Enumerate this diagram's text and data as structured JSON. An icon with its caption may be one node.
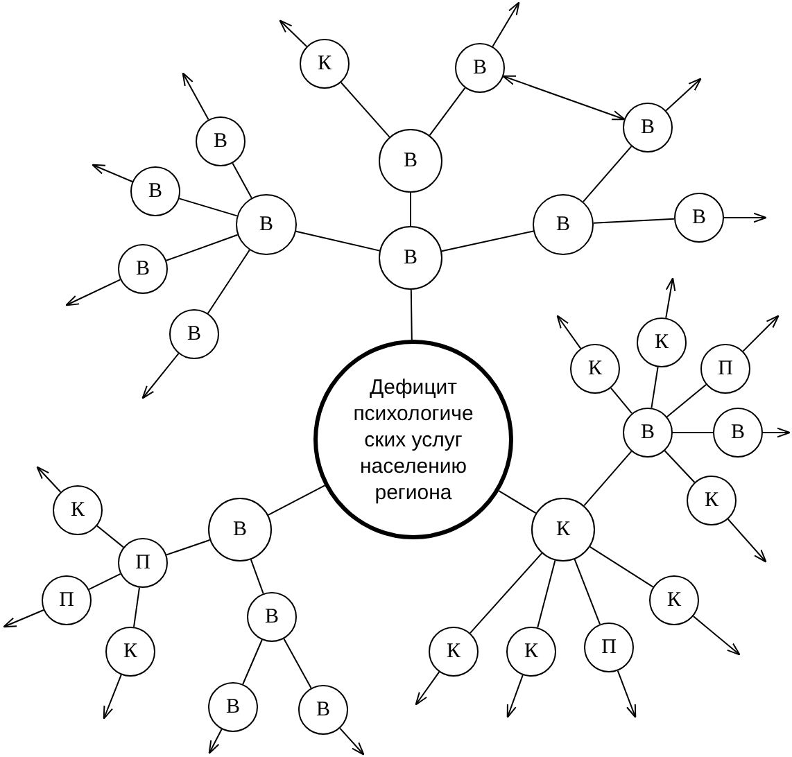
{
  "diagram": {
    "nodes": [
      {
        "text": [
          "Дефицит психологиче ских услуг населению региона"
        ]
      },
      {
        "text": [
          "В"
        ]
      },
      {
        "text": [
          "В"
        ]
      },
      {
        "text": [
          "К"
        ]
      },
      {
        "text": [
          "В"
        ]
      },
      {
        "text": [
          "В"
        ]
      },
      {
        "text": [
          "В"
        ]
      },
      {
        "text": [
          "В"
        ]
      },
      {
        "text": [
          "В"
        ]
      },
      {
        "text": [
          "В"
        ]
      },
      {
        "text": [
          "В"
        ]
      },
      {
        "text": [
          "В"
        ]
      },
      {
        "text": [
          "В"
        ]
      },
      {
        "text": [
          "К"
        ]
      },
      {
        "text": [
          "В"
        ]
      },
      {
        "text": [
          "К"
        ]
      },
      {
        "text": [
          "К"
        ]
      },
      {
        "text": [
          "П"
        ]
      },
      {
        "text": [
          "В"
        ]
      },
      {
        "text": [
          "К"
        ]
      },
      {
        "text": [
          "К"
        ]
      },
      {
        "text": [
          "П"
        ]
      },
      {
        "text": [
          "К"
        ]
      },
      {
        "text": [
          "К"
        ]
      },
      {
        "text": [
          "В"
        ]
      },
      {
        "text": [
          "П"
        ]
      },
      {
        "text": [
          "К"
        ]
      },
      {
        "text": [
          "П"
        ]
      },
      {
        "text": [
          "К"
        ]
      },
      {
        "text": [
          "В"
        ]
      },
      {
        "text": [
          "В"
        ]
      },
      {
        "text": [
          "В"
        ]
      }
    ],
    "edges": [
      {
        "from": 0,
        "to": 1,
        "arrow": "none"
      },
      {
        "from": 1,
        "to": 2,
        "arrow": "none"
      },
      {
        "from": 2,
        "to": 3,
        "arrow": "none"
      },
      {
        "from": 2,
        "to": 4,
        "arrow": "none"
      },
      {
        "from": 3,
        "to": null,
        "arrow": "to"
      },
      {
        "from": 4,
        "to": null,
        "arrow": "to"
      },
      {
        "from": 4,
        "to": 5,
        "arrow": "both"
      },
      {
        "from": 5,
        "to": null,
        "arrow": "to"
      },
      {
        "from": 1,
        "to": 6,
        "arrow": "none"
      },
      {
        "from": 6,
        "to": 5,
        "arrow": "none"
      },
      {
        "from": 6,
        "to": 7,
        "arrow": "none"
      },
      {
        "from": 7,
        "to": null,
        "arrow": "to"
      },
      {
        "from": 1,
        "to": 8,
        "arrow": "none"
      },
      {
        "from": 8,
        "to": 9,
        "arrow": "none"
      },
      {
        "from": 8,
        "to": 10,
        "arrow": "none"
      },
      {
        "from": 8,
        "to": 11,
        "arrow": "none"
      },
      {
        "from": 8,
        "to": 12,
        "arrow": "none"
      },
      {
        "from": 9,
        "to": null,
        "arrow": "to"
      },
      {
        "from": 10,
        "to": null,
        "arrow": "to"
      },
      {
        "from": 11,
        "to": null,
        "arrow": "to"
      },
      {
        "from": 12,
        "to": null,
        "arrow": "to"
      },
      {
        "from": 0,
        "to": 13,
        "arrow": "none"
      },
      {
        "from": 13,
        "to": 14,
        "arrow": "none"
      },
      {
        "from": 14,
        "to": 15,
        "arrow": "none"
      },
      {
        "from": 14,
        "to": 16,
        "arrow": "none"
      },
      {
        "from": 14,
        "to": 17,
        "arrow": "none"
      },
      {
        "from": 14,
        "to": 18,
        "arrow": "none"
      },
      {
        "from": 14,
        "to": 19,
        "arrow": "none"
      },
      {
        "from": 15,
        "to": null,
        "arrow": "to"
      },
      {
        "from": 16,
        "to": null,
        "arrow": "to"
      },
      {
        "from": 17,
        "to": null,
        "arrow": "to"
      },
      {
        "from": 18,
        "to": null,
        "arrow": "to"
      },
      {
        "from": 19,
        "to": null,
        "arrow": "to"
      },
      {
        "from": 13,
        "to": 20,
        "arrow": "none"
      },
      {
        "from": 13,
        "to": 21,
        "arrow": "none"
      },
      {
        "from": 13,
        "to": 22,
        "arrow": "none"
      },
      {
        "from": 13,
        "to": 23,
        "arrow": "none"
      },
      {
        "from": 20,
        "to": null,
        "arrow": "to"
      },
      {
        "from": 21,
        "to": null,
        "arrow": "to"
      },
      {
        "from": 22,
        "to": null,
        "arrow": "to"
      },
      {
        "from": 23,
        "to": null,
        "arrow": "to"
      },
      {
        "from": 0,
        "to": 24,
        "arrow": "none"
      },
      {
        "from": 24,
        "to": 25,
        "arrow": "none"
      },
      {
        "from": 25,
        "to": 26,
        "arrow": "none"
      },
      {
        "from": 25,
        "to": 27,
        "arrow": "none"
      },
      {
        "from": 25,
        "to": 28,
        "arrow": "none"
      },
      {
        "from": 26,
        "to": null,
        "arrow": "to"
      },
      {
        "from": 27,
        "to": null,
        "arrow": "to"
      },
      {
        "from": 28,
        "to": null,
        "arrow": "to"
      },
      {
        "from": 24,
        "to": 29,
        "arrow": "none"
      },
      {
        "from": 29,
        "to": 30,
        "arrow": "none"
      },
      {
        "from": 29,
        "to": 31,
        "arrow": "none"
      },
      {
        "from": 30,
        "to": null,
        "arrow": "to"
      },
      {
        "from": 31,
        "to": null,
        "arrow": "to"
      }
    ]
  }
}
